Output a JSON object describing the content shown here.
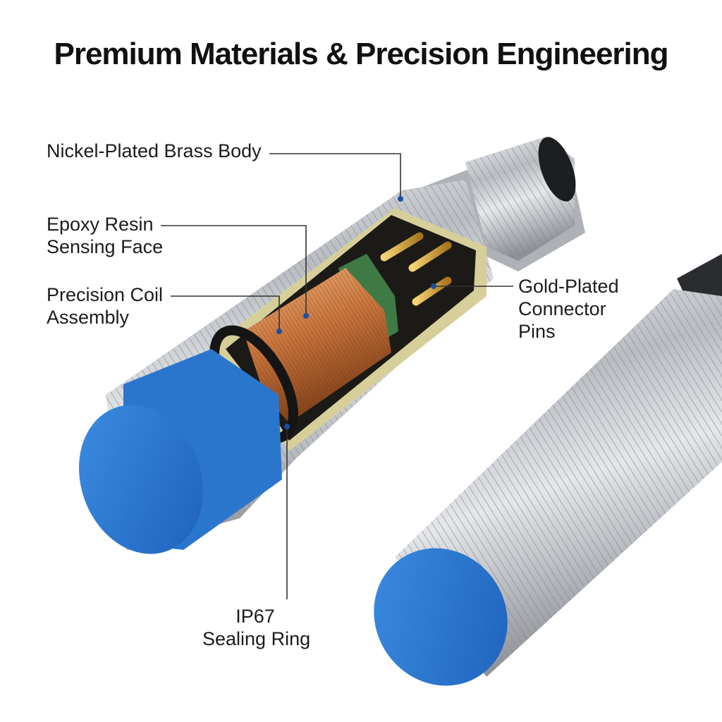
{
  "title": "Premium Materials & Precision Engineering",
  "callouts": {
    "body": {
      "lines": [
        "Nickel-Plated Brass Body"
      ]
    },
    "epoxy": {
      "lines": [
        "Epoxy Resin",
        "Sensing Face"
      ]
    },
    "coil": {
      "lines": [
        "Precision Coil",
        "Assembly"
      ]
    },
    "pins": {
      "lines": [
        "Gold-Plated",
        "Connector",
        "Pins"
      ]
    },
    "ring": {
      "lines": [
        "IP67",
        "Sealing Ring"
      ]
    }
  },
  "colors": {
    "sensing_face": "#2f7fd6",
    "steel": "#c9ccd0",
    "copper": "#c8743c",
    "gold": "#d8a836",
    "leader": "#333333",
    "text": "#1c1c1c"
  }
}
